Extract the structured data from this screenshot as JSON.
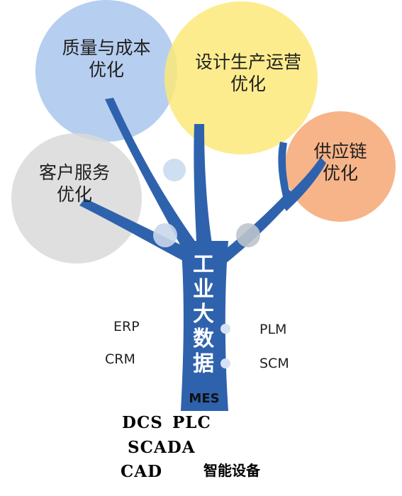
{
  "circles": [
    {
      "id": "quality-cost",
      "line1": "质量与成本",
      "line2": "优化",
      "color": "#a9c6ec"
    },
    {
      "id": "design-ops",
      "line1": "设计生产运营",
      "line2": "优化",
      "color": "#fbe97a"
    },
    {
      "id": "supply-chain",
      "line1": "供应链",
      "line2": "优化",
      "color": "#f6a774"
    },
    {
      "id": "customer-service",
      "line1": "客户服务",
      "line2": "优化",
      "color": "#d9d9d9"
    }
  ],
  "trunk": {
    "text": [
      "工",
      "业",
      "大",
      "数",
      "据"
    ],
    "color": "#2f62ad"
  },
  "side_labels": {
    "erp": "ERP",
    "crm": "CRM",
    "plm": "PLM",
    "scm": "SCM"
  },
  "base": {
    "mes": "MES",
    "dcs": "DCS",
    "plc": "PLC",
    "scada": "SCADA",
    "cad": "CAD",
    "devices": "智能设备"
  }
}
